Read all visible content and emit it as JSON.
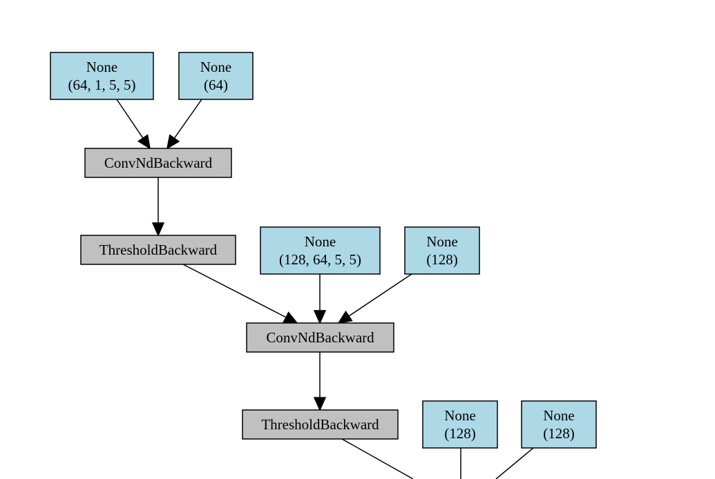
{
  "colors": {
    "param_fill": "#add8e6",
    "op_fill": "#c0c0c0",
    "stroke": "#000000",
    "background": "#ffffff"
  },
  "nodes": [
    {
      "id": "p1",
      "kind": "param",
      "lines": [
        "None",
        "(64, 1, 5, 5)"
      ]
    },
    {
      "id": "p2",
      "kind": "param",
      "lines": [
        "None",
        "(64)"
      ]
    },
    {
      "id": "conv1",
      "kind": "op",
      "lines": [
        "ConvNdBackward"
      ]
    },
    {
      "id": "thr1",
      "kind": "op",
      "lines": [
        "ThresholdBackward"
      ]
    },
    {
      "id": "p3",
      "kind": "param",
      "lines": [
        "None",
        "(128, 64, 5, 5)"
      ]
    },
    {
      "id": "p4",
      "kind": "param",
      "lines": [
        "None",
        "(128)"
      ]
    },
    {
      "id": "conv2",
      "kind": "op",
      "lines": [
        "ConvNdBackward"
      ]
    },
    {
      "id": "thr2",
      "kind": "op",
      "lines": [
        "ThresholdBackward"
      ]
    },
    {
      "id": "p5",
      "kind": "param",
      "lines": [
        "None",
        "(128)"
      ]
    },
    {
      "id": "p6",
      "kind": "param",
      "lines": [
        "None",
        "(128)"
      ]
    }
  ],
  "edges": [
    {
      "from": "p1",
      "to": "conv1"
    },
    {
      "from": "p2",
      "to": "conv1"
    },
    {
      "from": "conv1",
      "to": "thr1"
    },
    {
      "from": "thr1",
      "to": "conv2"
    },
    {
      "from": "p3",
      "to": "conv2"
    },
    {
      "from": "p4",
      "to": "conv2"
    },
    {
      "from": "conv2",
      "to": "thr2"
    },
    {
      "from": "thr2",
      "to": "offscreen"
    },
    {
      "from": "p5",
      "to": "offscreen"
    },
    {
      "from": "p6",
      "to": "offscreen"
    }
  ]
}
